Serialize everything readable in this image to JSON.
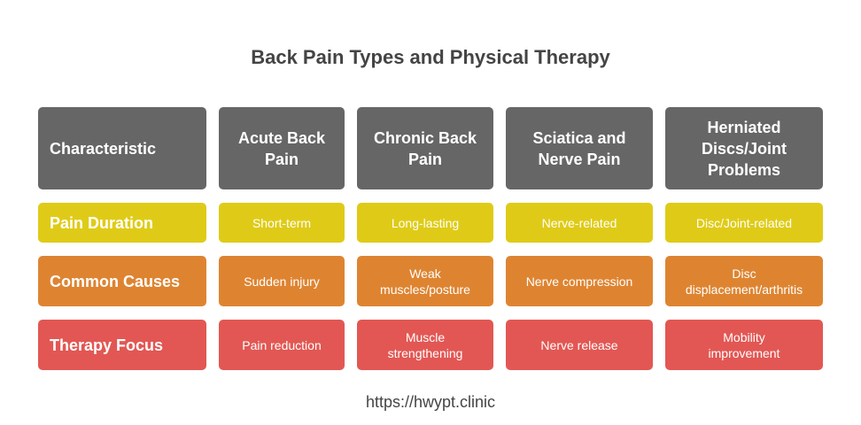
{
  "title": "Back Pain Types and Physical Therapy",
  "headers": [
    "Characteristic",
    "Acute Back Pain",
    "Chronic Back Pain",
    "Sciatica and Nerve Pain",
    "Herniated Discs/Joint Problems"
  ],
  "rows": [
    {
      "label": "Pain Duration",
      "cells": [
        "Short-term",
        "Long-lasting",
        "Nerve-related",
        "Disc/Joint-related"
      ]
    },
    {
      "label": "Common Causes",
      "cells": [
        "Sudden injury",
        "Weak muscles/posture",
        "Nerve compression",
        "Disc displacement/arthritis"
      ]
    },
    {
      "label": "Therapy Focus",
      "cells": [
        "Pain reduction",
        "Muscle strengthening",
        "Nerve release",
        "Mobility improvement"
      ]
    }
  ],
  "colors": {
    "header": "#666666",
    "duration": "#dfcb17",
    "causes": "#de8431",
    "therapy": "#e25753"
  },
  "footer": "https://hwypt.clinic"
}
